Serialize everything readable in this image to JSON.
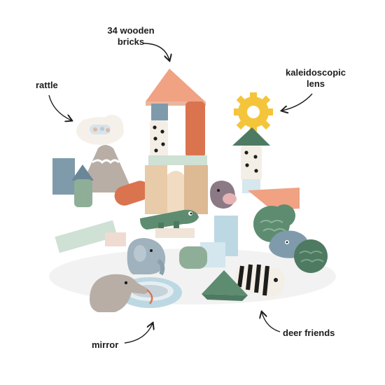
{
  "labels": {
    "bricks_line1": "34 wooden",
    "bricks_line2": "bricks",
    "rattle": "rattle",
    "lens_line1": "kaleidoscopic",
    "lens_line2": "lens",
    "mirror": "mirror",
    "deer_friends": "deer friends"
  },
  "colors": {
    "background": "#ffffff",
    "salmon": "#f0a283",
    "rust": "#d9744f",
    "wood": "#e8cba8",
    "mint": "#cfe0d5",
    "sage": "#8fae98",
    "dark_green": "#4f7a62",
    "blue_grey": "#7f9bab",
    "light_blue": "#bcd8e3",
    "grey": "#b8aea6",
    "yellow": "#f4c53a",
    "black": "#1d1d1d"
  }
}
